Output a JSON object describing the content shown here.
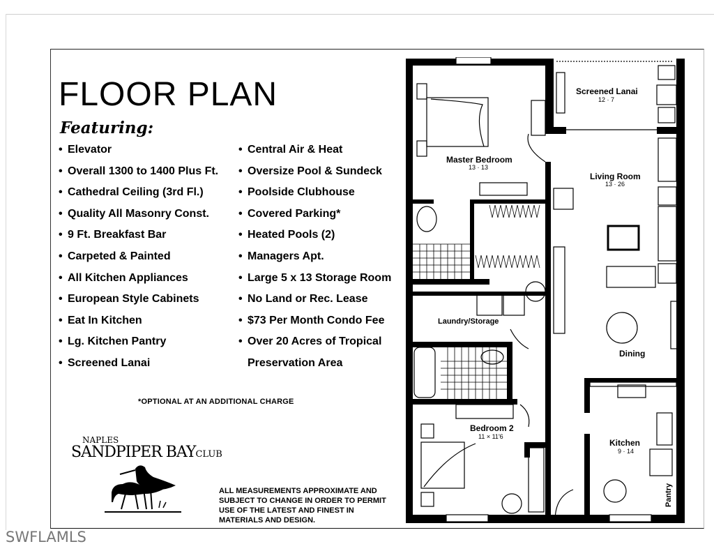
{
  "header": {
    "title": "FLOOR PLAN",
    "subtitle": "Featuring:"
  },
  "features": {
    "left": [
      "Elevator",
      "Overall 1300 to 1400 Plus Ft.",
      "Cathedral Ceiling (3rd Fl.)",
      "Quality All Masonry Const.",
      "9 Ft. Breakfast Bar",
      "Carpeted & Painted",
      "All Kitchen Appliances",
      "European Style Cabinets",
      "Eat In Kitchen",
      "Lg. Kitchen Pantry",
      "Screened Lanai"
    ],
    "right": [
      "Central Air & Heat",
      "Oversize Pool & Sundeck",
      "Poolside Clubhouse",
      "Covered Parking*",
      "Heated Pools (2)",
      "Managers Apt.",
      "Large 5 x 13 Storage Room",
      "No Land or Rec. Lease",
      "$73 Per Month Condo Fee",
      "Over 20 Acres of Tropical",
      "Preservation Area"
    ],
    "bullet": "•"
  },
  "footnote": "*OPTIONAL AT AN ADDITIONAL CHARGE",
  "logo": {
    "line1": "NAPLES",
    "line2": "SANDPIPER BAY",
    "line3": "CLUB"
  },
  "disclaimer": "ALL MEASUREMENTS APPROXIMATE AND SUBJECT TO CHANGE IN ORDER TO PERMIT USE OF THE LATEST AND FINEST IN MATERIALS AND DESIGN.",
  "watermark": "SWFLAMLS",
  "rooms": {
    "screened_lanai": {
      "name": "Screened Lanai",
      "dims": "12 · 7"
    },
    "master_bedroom": {
      "name": "Master Bedroom",
      "dims": "13 · 13"
    },
    "living_room": {
      "name": "Living Room",
      "dims": "13 · 26"
    },
    "laundry": {
      "name": "Laundry/Storage"
    },
    "dining": {
      "name": "Dining"
    },
    "bedroom2": {
      "name": "Bedroom 2",
      "dims": "11 × 11'6"
    },
    "kitchen": {
      "name": "Kitchen",
      "dims": "9 · 14"
    },
    "pantry": {
      "name": "Pantry"
    }
  }
}
